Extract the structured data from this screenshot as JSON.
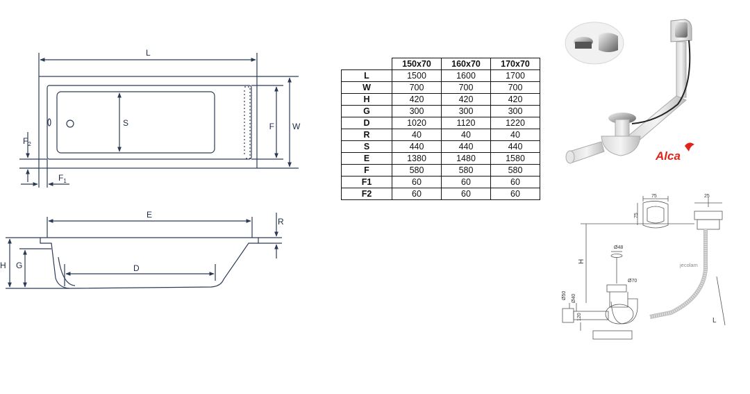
{
  "top_view": {
    "labels": {
      "L": "L",
      "W": "W",
      "F": "F",
      "S": "S",
      "F2": "F",
      "F2_sub": "2",
      "F1": "F",
      "F1_sub": "1"
    }
  },
  "side_view": {
    "labels": {
      "E": "E",
      "R": "R",
      "H": "H",
      "G": "G",
      "D": "D"
    }
  },
  "table": {
    "columns": [
      "150x70",
      "160x70",
      "170x70"
    ],
    "rows": [
      {
        "label": "L",
        "values": [
          "1500",
          "1600",
          "1700"
        ]
      },
      {
        "label": "W",
        "values": [
          "700",
          "700",
          "700"
        ]
      },
      {
        "label": "H",
        "values": [
          "420",
          "420",
          "420"
        ]
      },
      {
        "label": "G",
        "values": [
          "300",
          "300",
          "300"
        ]
      },
      {
        "label": "D",
        "values": [
          "1020",
          "1120",
          "1220"
        ]
      },
      {
        "label": "R",
        "values": [
          "40",
          "40",
          "40"
        ]
      },
      {
        "label": "S",
        "values": [
          "440",
          "440",
          "440"
        ]
      },
      {
        "label": "E",
        "values": [
          "1380",
          "1480",
          "1580"
        ]
      },
      {
        "label": "F",
        "values": [
          "580",
          "580",
          "580"
        ]
      },
      {
        "label": "F1",
        "values": [
          "60",
          "60",
          "60"
        ]
      },
      {
        "label": "F2",
        "values": [
          "60",
          "60",
          "60"
        ]
      }
    ]
  },
  "siphon_photo": {
    "brand": "Alca",
    "brand_color": "#e2231a"
  },
  "siphon_drawing": {
    "labels": {
      "d75": "75",
      "d25": "25",
      "d75v": "75",
      "H": "H",
      "d48": "Ø48",
      "d70": "Ø70",
      "d50": "Ø50",
      "d40": "Ø40",
      "d120": "120",
      "L": "L"
    }
  },
  "colors": {
    "line": "#2b3a55",
    "text": "#1d2a44"
  }
}
